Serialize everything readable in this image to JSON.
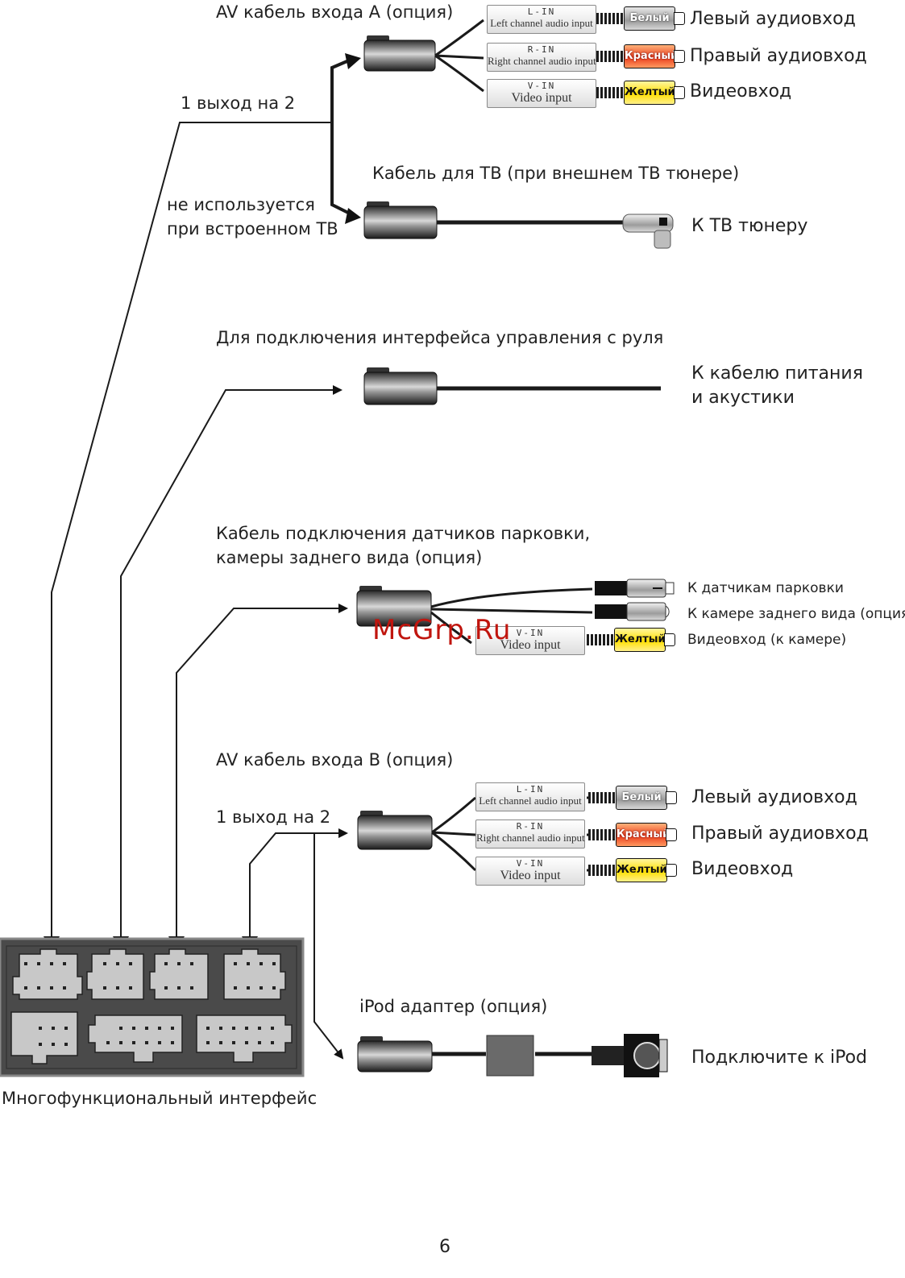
{
  "page_number": "6",
  "watermark": "McGrp.Ru",
  "colors": {
    "line": "#1a1a1a",
    "panel": "#4a4a4a",
    "connector_grey": "#c8c8c8",
    "plug_red": "#ea3c1c",
    "plug_yellow": "#ffdf00",
    "watermark": "#c0150e"
  },
  "icons": [
    "arrow-icon",
    "harness-plug-icon",
    "rca-plug-icon",
    "tv-antenna-plug-icon",
    "ipod-dock-icon",
    "camera-plug-icon"
  ],
  "av_a": {
    "title": "AV кабель входа A (опция)",
    "split_label": "1 выход на 2",
    "channels": [
      {
        "code": "L-IN",
        "desc": "Left channel audio input",
        "plug": "Белый",
        "label": "Левый аудиовход"
      },
      {
        "code": "R-IN",
        "desc": "Right channel audio input",
        "plug": "Красный",
        "label": "Правый аудиовход"
      },
      {
        "code": "V-IN",
        "desc": "Video input",
        "plug": "Желтый",
        "label": "Видеовход"
      }
    ]
  },
  "tv": {
    "title": "Кабель для ТВ (при внешнем ТВ тюнере)",
    "note": "не используется\nпри встроенном ТВ",
    "target": "К ТВ тюнеру"
  },
  "steering": {
    "title": "Для  подключения интерфейса управления с руля",
    "target": "К кабелю питания\nи акустики"
  },
  "parking": {
    "title": "Кабель подключения датчиков парковки,\nкамеры заднего вида (опция)",
    "code": "V-IN",
    "desc": "Video input",
    "plug": "Желтый",
    "targets": [
      "К датчикам парковки",
      "К камере заднего вида (опция)",
      "Видеовход (к камере)"
    ]
  },
  "av_b": {
    "title": "AV кабель входа B (опция)",
    "split_label": "1 выход на 2",
    "channels": [
      {
        "code": "L-IN",
        "desc": "Left channel audio input",
        "plug": "Белый",
        "label": "Левый аудиовход"
      },
      {
        "code": "R-IN",
        "desc": "Right channel audio input",
        "plug": "Красный",
        "label": "Правый аудиовход"
      },
      {
        "code": "V-IN",
        "desc": "Video input",
        "plug": "Желтый",
        "label": "Видеовход"
      }
    ]
  },
  "ipod": {
    "title": "iPod адаптер (опция)",
    "target": "Подключите к iPod"
  },
  "interface": {
    "label": "Многофункциональный интерфейс"
  }
}
